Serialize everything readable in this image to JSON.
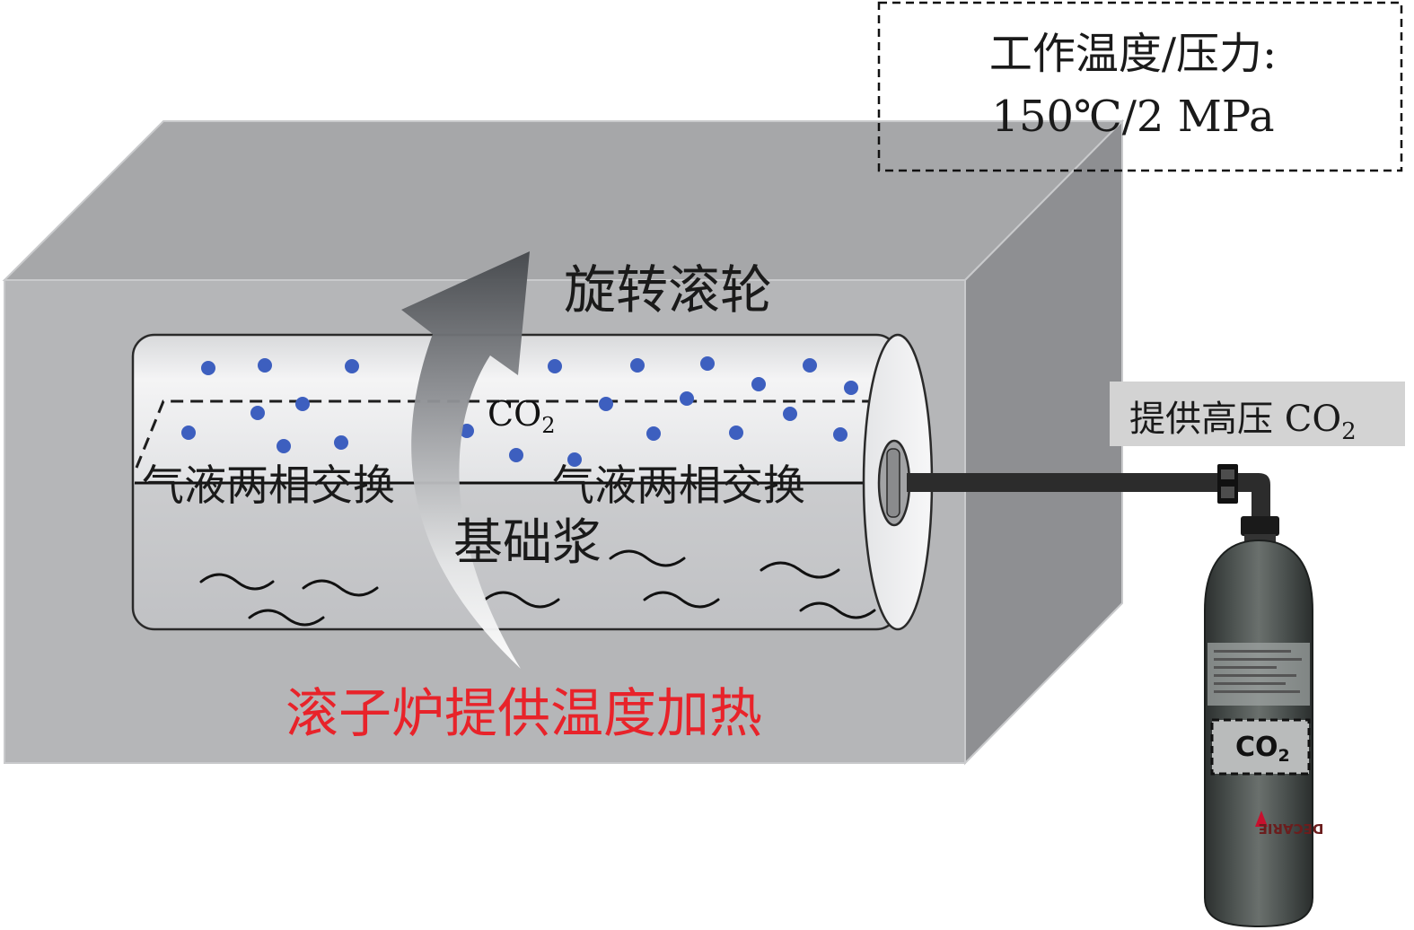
{
  "conditions_box": {
    "line1": "工作温度/压力:",
    "line2": "150℃/2 MPa"
  },
  "cylinder": {
    "gas_label": {
      "main": "CO",
      "sub": "2"
    },
    "exchange_left": "气液两相交换",
    "exchange_right": "气液两相交换",
    "slurry_label": "基础浆"
  },
  "rotation_label": "旋转滚轮",
  "heating_label": "滚子炉提供温度加热",
  "supply_label": {
    "main": "提供高压 CO",
    "sub": "2"
  },
  "tank": {
    "label": {
      "main": "CO",
      "sub": "2"
    },
    "brand": "DECARIE"
  },
  "colors": {
    "heating_text": "#e8232a",
    "co2_bubbles": "#3d5fbf",
    "furnace_front": "#b5b6b8",
    "furnace_top": "#a6a7a9",
    "furnace_side": "#8e8f92",
    "tank_body": "#3f4543"
  }
}
